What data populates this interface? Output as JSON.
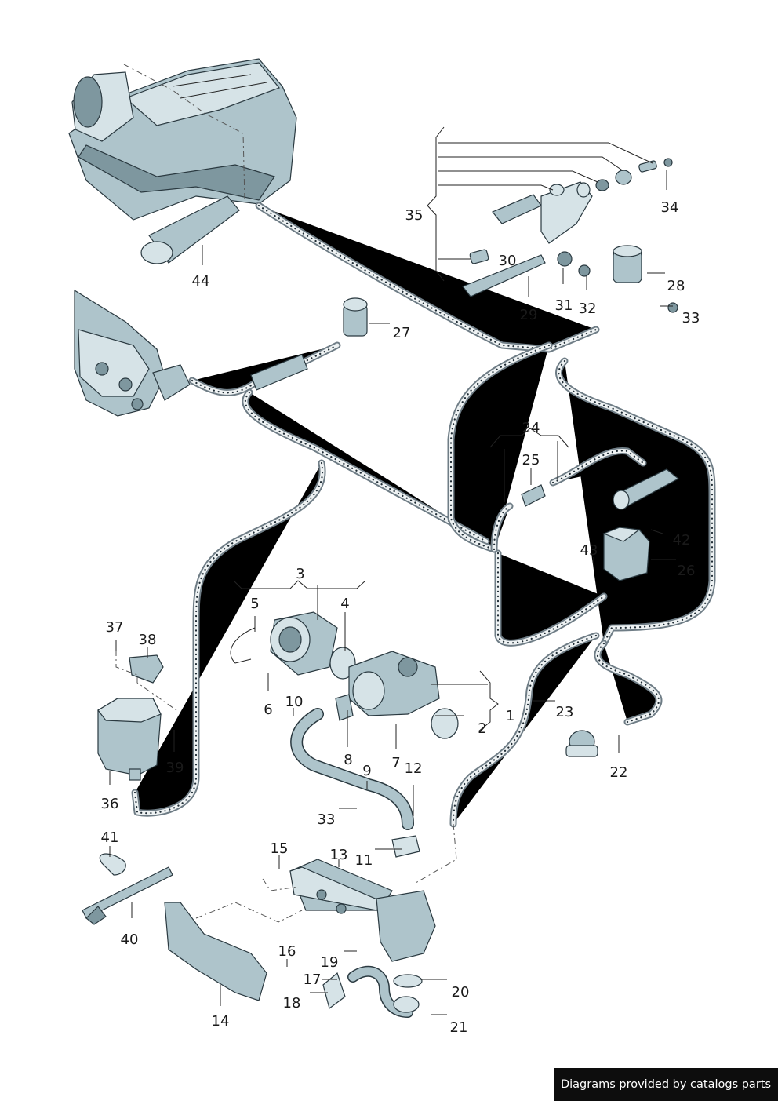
{
  "labels": {
    "p1": "1",
    "p2": "2",
    "p3": "3",
    "p4": "4",
    "p5": "5",
    "p6": "6",
    "p7": "7",
    "p8": "8",
    "p9": "9",
    "p10": "10",
    "p11": "11",
    "p12": "12",
    "p13": "13",
    "p14": "14",
    "p15": "15",
    "p16": "16",
    "p17": "17",
    "p18": "18",
    "p19": "19",
    "p20": "20",
    "p21": "21",
    "p22": "22",
    "p23": "23",
    "p24": "24",
    "p25": "25",
    "p26": "26",
    "p27": "27",
    "p28": "28",
    "p29": "29",
    "p30": "30",
    "p31": "31",
    "p32": "32",
    "p33a": "33",
    "p33b": "33",
    "p34": "34",
    "p35": "35",
    "p36": "36",
    "p37": "37",
    "p38": "38",
    "p39": "39",
    "p40": "40",
    "p41": "41",
    "p42": "42",
    "p43": "43",
    "p44": "44"
  },
  "footer": {
    "text": "Diagrams provided by catalogs parts"
  },
  "colors": {
    "part_fill": "#aec4cb",
    "hose": "#6f7d86",
    "footer_bg": "#0d0d0d"
  }
}
